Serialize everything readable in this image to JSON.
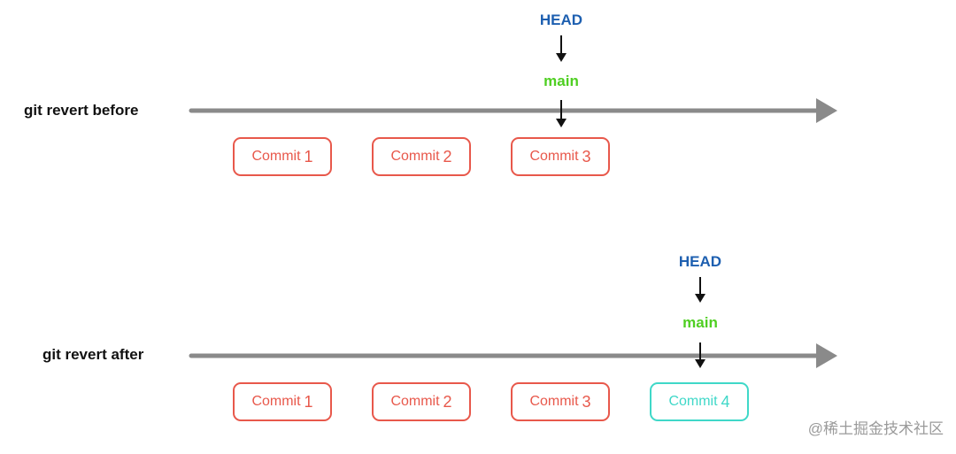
{
  "before": {
    "label": "git revert before",
    "commits": [
      {
        "prefix": "Commit",
        "num": "1"
      },
      {
        "prefix": "Commit",
        "num": "2"
      },
      {
        "prefix": "Commit",
        "num": "3"
      }
    ],
    "head": "HEAD",
    "branch": "main"
  },
  "after": {
    "label": "git revert after",
    "commits": [
      {
        "prefix": "Commit",
        "num": "1"
      },
      {
        "prefix": "Commit",
        "num": "2"
      },
      {
        "prefix": "Commit",
        "num": "3"
      },
      {
        "prefix": "Commit",
        "num": "4"
      }
    ],
    "head": "HEAD",
    "branch": "main"
  },
  "watermark": "@稀土掘金技术社区",
  "colors": {
    "commit_border": "#e8584b",
    "new_commit_border": "#3fd8c8",
    "head": "#1d5fb0",
    "branch": "#4fcf22",
    "timeline": "#8a8a8a"
  }
}
